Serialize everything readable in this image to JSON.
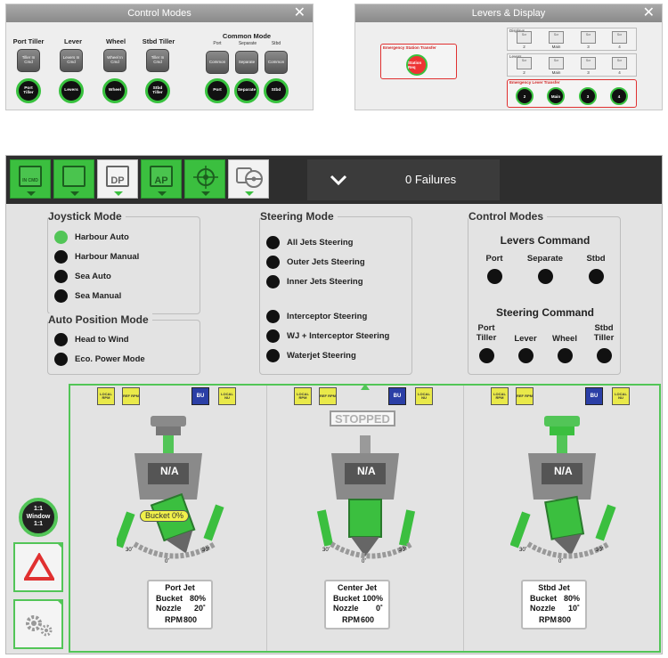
{
  "control_modes_popup": {
    "title": "Control Modes",
    "close": "✕",
    "columns": [
      {
        "header": "Port Tiller",
        "button": "Tiller In Cmd",
        "circle": "Port Tiller"
      },
      {
        "header": "Lever",
        "button": "Levers In Cmd",
        "circle": "Levers"
      },
      {
        "header": "Wheel",
        "button": "Wheel In Cmd",
        "circle": "Wheel"
      },
      {
        "header": "Stbd Tiller",
        "button": "Tiller In Cmd",
        "circle": "Stbd Tiller"
      }
    ],
    "common_mode": {
      "header": "Common Mode",
      "sub": [
        "Port",
        "Separate",
        "Stbd"
      ],
      "buttons": [
        "Common",
        "Separate",
        "Common"
      ],
      "circles": [
        "Port",
        "Separate",
        "Stbd"
      ]
    }
  },
  "levers_display_popup": {
    "title": "Levers & Display",
    "close": "✕",
    "emergency_station_label": "Emergency Station Transfer",
    "station_btn": "Station Req",
    "displays_label": "Displays",
    "levers_label": "Levers",
    "emergency_lever_label": "Emergency Lever Transfer",
    "screen_nums": [
      "2",
      "Main",
      "3",
      "4"
    ],
    "lever_nums": [
      "2",
      "Main",
      "3",
      "4"
    ],
    "emergency_circles": [
      "2",
      "Main",
      "3",
      "4"
    ],
    "screen_text": "Scr"
  },
  "toolbar": {
    "buttons": [
      {
        "name": "in-cmd",
        "label": "IN CMD"
      },
      {
        "name": "transfer",
        "label": ""
      },
      {
        "name": "dp",
        "label": "DP"
      },
      {
        "name": "ap",
        "label": "AP"
      },
      {
        "name": "position",
        "label": ""
      },
      {
        "name": "steering-wheel",
        "label": ""
      }
    ],
    "failures": "0 Failures",
    "chevron": "⌄"
  },
  "joystick_mode": {
    "title": "Joystick Mode",
    "options": [
      "Harbour Auto",
      "Harbour Manual",
      "Sea Auto",
      "Sea Manual"
    ],
    "active_index": 0
  },
  "auto_position_mode": {
    "title": "Auto Position Mode",
    "options": [
      "Head to Wind",
      "Eco. Power Mode"
    ]
  },
  "steering_mode": {
    "title": "Steering Mode",
    "options": [
      "All Jets Steering",
      "Outer Jets Steering",
      "Inner Jets Steering",
      "Interceptor Steering",
      "WJ + Interceptor Steering",
      "Waterjet Steering"
    ]
  },
  "control_modes": {
    "title": "Control Modes",
    "levers_command": "Levers Command",
    "levers_cols": [
      "Port",
      "Separate",
      "Stbd"
    ],
    "steering_command": "Steering Command",
    "steering_cols": [
      "Port Tiller",
      "Lever",
      "Wheel",
      "Stbd Tiller"
    ]
  },
  "jets": [
    {
      "name": "Port Jet",
      "bucket": "80%",
      "nozzle": "20˚",
      "rpm": "800",
      "status": "N/A",
      "bucket_tag": "Bucket 0%",
      "btns": [
        "LOCAL RPM",
        "REF RPM",
        "BU",
        "LOCAL NU"
      ],
      "scale_left": "30˚",
      "scale_mid": "0˚",
      "scale_right": "30˚"
    },
    {
      "name": "Center Jet",
      "bucket": "100%",
      "nozzle": "0˚",
      "rpm": "600",
      "status": "N/A",
      "stopped": "STOPPED",
      "btns": [
        "LOCAL RPM",
        "REF RPM",
        "BU",
        "LOCAL NU"
      ],
      "scale_left": "30˚",
      "scale_mid": "0˚",
      "scale_right": "30˚"
    },
    {
      "name": "Stbd Jet",
      "bucket": "80%",
      "nozzle": "10˚",
      "rpm": "800",
      "status": "N/A",
      "btns": [
        "LOCAL RPM",
        "REF RPM",
        "BU",
        "LOCAL NU"
      ],
      "scale_left": "30˚",
      "scale_mid": "0˚",
      "scale_right": "30˚"
    }
  ],
  "info_labels": {
    "bucket": "Bucket",
    "nozzle": "Nozzle",
    "rpm": "RPM"
  },
  "window_button": "1:1 Window 1:1",
  "colors": {
    "green": "#52c557",
    "dark": "#2e2e2e",
    "yellow": "#e9e94a",
    "blue": "#2b3fa6",
    "red": "#e03030"
  }
}
